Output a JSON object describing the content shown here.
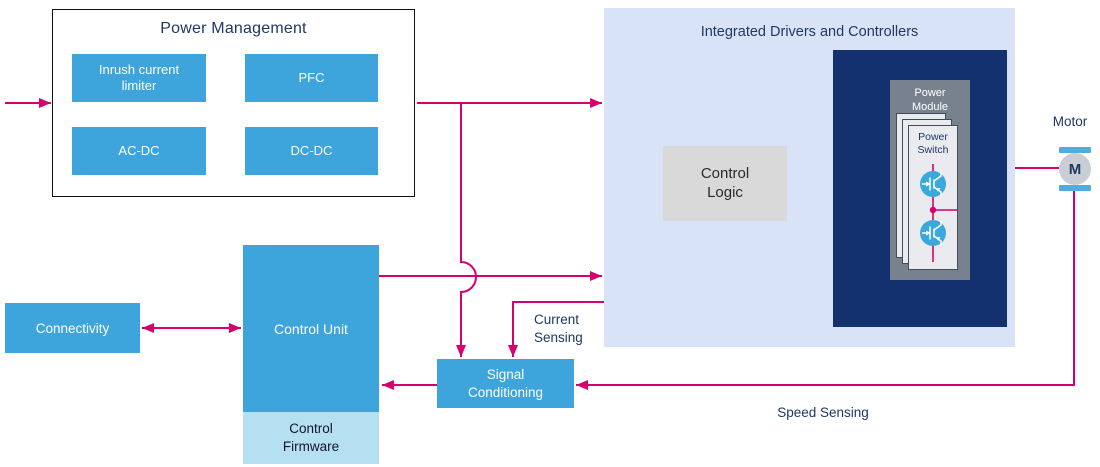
{
  "power_management": {
    "title": "Power Management",
    "blocks": [
      {
        "label": "Inrush current\nlimiter"
      },
      {
        "label": "PFC"
      },
      {
        "label": "AC-DC"
      },
      {
        "label": "DC-DC"
      }
    ]
  },
  "integrated_drivers": {
    "title": "Integrated Drivers and Controllers",
    "control_logic_label": "Control\nLogic",
    "power_module_label": "Power\nModule",
    "power_switch_label": "Power\nSwitch"
  },
  "motor": {
    "label": "Motor",
    "symbol": "M"
  },
  "control_unit": {
    "label": "Control Unit",
    "firmware_label": "Control\nFirmware"
  },
  "connectivity": {
    "label": "Connectivity"
  },
  "signal_conditioning": {
    "label": "Signal\nConditioning"
  },
  "sensing": {
    "current": "Current\nSensing",
    "speed": "Speed Sensing"
  },
  "colors": {
    "accent_magenta": "#D6006F",
    "block_blue": "#3DA5DC",
    "panel_light_blue": "#D9E3F8",
    "dark_navy": "#13316F",
    "firmware_blue": "#B5E0F2",
    "title_navy": "#1F3864",
    "module_gray": "#78828F",
    "logic_gray": "#D9D9D9",
    "switch_circle_blue": "#3BA8DB",
    "motor_gray": "#C9CED6"
  }
}
